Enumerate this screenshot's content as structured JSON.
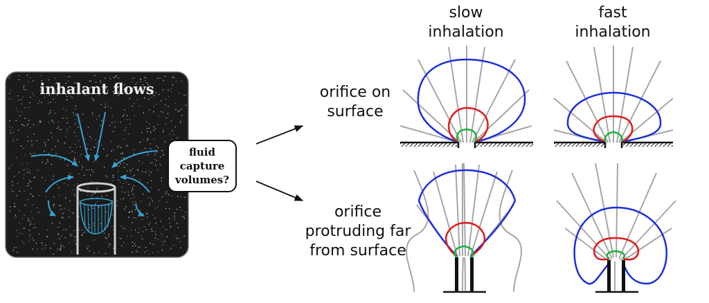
{
  "panel": {
    "title": "inhalant flows",
    "question_lines": [
      "fluid",
      "capture",
      "volumes?"
    ]
  },
  "columns": {
    "slow": "slow\ninhalation",
    "fast": "fast\ninhalation"
  },
  "rows": {
    "surface": "orifice on\nsurface",
    "protruding": "orifice\nprotruding far\nfrom surface"
  },
  "colors": {
    "panel_bg": "#1b1b1b",
    "arrow_blue": "#35a6d6",
    "streamline": "#a6a6a6",
    "outer_contour": "#1a2fd8",
    "middle_contour": "#e01919",
    "inner_contour": "#18b33a",
    "wall": "#111111"
  },
  "icons": [
    "flow-arrow-icon",
    "tube-icon",
    "pointer-arrow-icon"
  ]
}
